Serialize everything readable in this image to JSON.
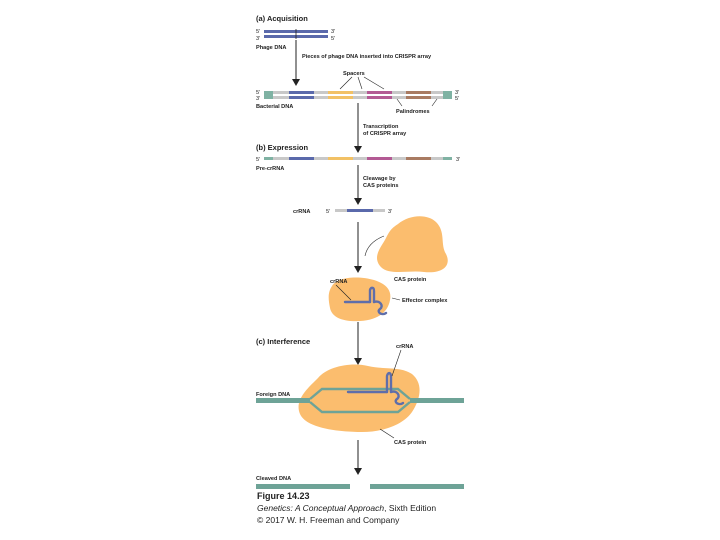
{
  "colors": {
    "phage_dna": "#5a69ab",
    "repeat_grey": "#c8c8c8",
    "leader_teal": "#7fb2a3",
    "spacer_purple": "#5a69ab",
    "spacer_yellow": "#f2c165",
    "spacer_magenta": "#b35a94",
    "spacer_brown": "#a97b62",
    "cas_protein": "#fbbd6e",
    "crrna_strand": "#5f6eaa",
    "foreign_dna": "#6ea397",
    "arrow": "#222222"
  },
  "acquisition": {
    "heading": "(a) Acquisition",
    "phage_five": "5′",
    "phage_three_left": "3′",
    "phage_three_right": "3′",
    "phage_five_right": "5′",
    "phage_label": "Phage DNA",
    "step_label": "Pieces of phage DNA inserted into CRISPR array",
    "spacers_label": "Spacers",
    "bact_five": "5′",
    "bact_three_left": "3′",
    "bact_three_right": "3′",
    "bact_five_right": "5′",
    "bacterial_label": "Bacterial DNA",
    "palindromes_label": "Palindromes"
  },
  "expression": {
    "transcription_line1": "Transcription",
    "transcription_line2": "of CRISPR array",
    "heading": "(b) Expression",
    "pre_five": "5′",
    "pre_three": "3′",
    "pre_label": "Pre-crRNA",
    "cleavage_line1": "Cleavage by",
    "cleavage_line2": "CAS proteins",
    "crrna_label": "crRNA",
    "crrna_five": "5′",
    "crrna_three": "3′",
    "cas_label": "CAS protein",
    "complex_crrna_label": "crRNA",
    "effector_label": "Effector complex"
  },
  "interference": {
    "heading": "(c) Interference",
    "crrna_label": "crRNA",
    "foreign_label": "Foreign DNA",
    "cas_label": "CAS protein",
    "cleaved_label": "Cleaved DNA"
  },
  "caption": {
    "figure": "Figure 14.23",
    "book_title": "Genetics: A Conceptual Approach",
    "edition": ", Sixth Edition",
    "copyright": "© 2017 W. H. Freeman and Company"
  }
}
